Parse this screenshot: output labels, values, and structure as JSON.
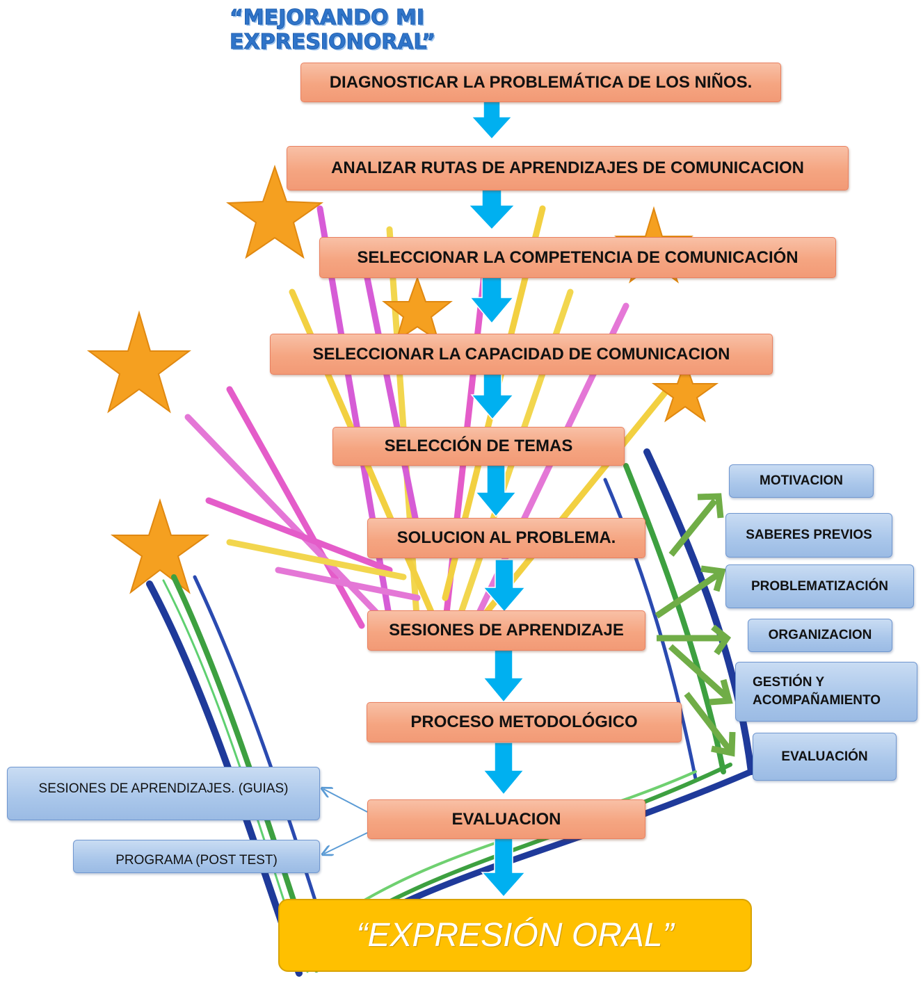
{
  "title": "“MEJORANDO MI EXPRESIONORAL”",
  "steps": [
    "DIAGNOSTICAR LA PROBLEMÁTICA DE LOS NIÑOS.",
    "ANALIZAR RUTAS DE APRENDIZAJES DE COMUNICACION",
    "SELECCIONAR LA COMPETENCIA DE COMUNICACIÓN",
    "SELECCIONAR LA CAPACIDAD DE COMUNICACION",
    "SELECCIÓN DE TEMAS",
    "SOLUCION AL PROBLEMA.",
    "SESIONES DE APRENDIZAJE",
    "PROCESO METODOLÓGICO",
    "EVALUACION"
  ],
  "session_parts": [
    "MOTIVACION",
    "SABERES PREVIOS",
    "PROBLEMATIZACIÓN",
    "ORGANIZACION",
    "GESTIÓN Y ACOMPAÑAMIENTO",
    "EVALUACIÓN"
  ],
  "evaluation_outputs": [
    "SESIONES DE APRENDIZAJES. (GUIAS)",
    "PROGRAMA (POST TEST)"
  ],
  "result": "“EXPRESIÓN ORAL”",
  "colors": {
    "step_fill": "#f5a581",
    "sub_fill": "#a9c6ea",
    "result_fill": "#ffc000",
    "down_arrow": "#00b0f0",
    "branch_arrow": "#70ad47"
  }
}
